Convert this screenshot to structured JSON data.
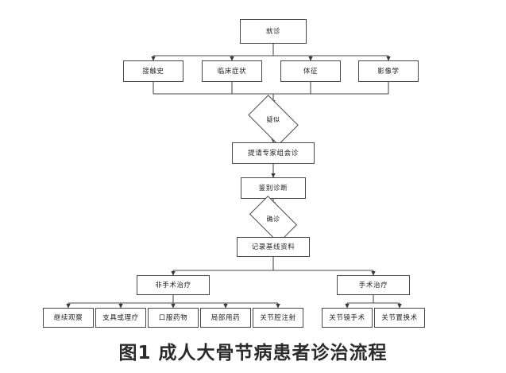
{
  "figure": {
    "caption": "图1 成人大骨节病患者诊治流程",
    "line_color": "#4a4a4a",
    "box_fill": "#ffffff",
    "text_color": "#1f1f1f",
    "caption_color": "#2b2b2b"
  },
  "nodes": {
    "start": {
      "label": "就诊",
      "shape": "rect"
    },
    "assessment": [
      {
        "label": "接触史",
        "shape": "rect"
      },
      {
        "label": "临床症状",
        "shape": "rect"
      },
      {
        "label": "体征",
        "shape": "rect"
      },
      {
        "label": "影像学",
        "shape": "rect"
      }
    ],
    "suspected": {
      "label": "疑似",
      "shape": "diamond"
    },
    "consult": {
      "label": "提请专家组会诊",
      "shape": "rect"
    },
    "differential": {
      "label": "鉴别诊断",
      "shape": "rect"
    },
    "confirmed": {
      "label": "确诊",
      "shape": "diamond"
    },
    "baseline": {
      "label": "记录基线资料",
      "shape": "rect"
    },
    "branches": [
      {
        "label": "非手术治疗",
        "shape": "rect"
      },
      {
        "label": "手术治疗",
        "shape": "rect"
      }
    ],
    "nonsurgical_options": [
      {
        "label": "继续观察",
        "shape": "rect"
      },
      {
        "label": "支具或理疗",
        "shape": "rect"
      },
      {
        "label": "口服药物",
        "shape": "rect"
      },
      {
        "label": "局部用药",
        "shape": "rect"
      },
      {
        "label": "关节腔注射",
        "shape": "rect"
      }
    ],
    "surgical_options": [
      {
        "label": "关节镜手术",
        "shape": "rect"
      },
      {
        "label": "关节置换术",
        "shape": "rect"
      }
    ]
  }
}
